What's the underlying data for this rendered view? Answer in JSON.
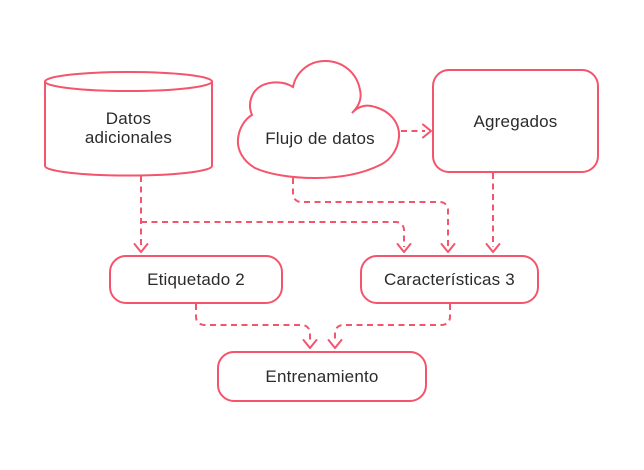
{
  "diagram": {
    "type": "flowchart",
    "background_color": "#ffffff",
    "accent_color": "#f4546c",
    "text_color": "#2b2b2b",
    "line_style": "dashed-arrows",
    "nodes": {
      "datos_adicionales": {
        "shape": "cylinder",
        "label": "Datos adicionales",
        "label_line1": "Datos",
        "label_line2": "adicionales"
      },
      "flujo_de_datos": {
        "shape": "cloud",
        "label": "Flujo de datos"
      },
      "agregados": {
        "shape": "rounded-rectangle",
        "label": "Agregados"
      },
      "etiquetado": {
        "shape": "rounded-rectangle",
        "label": "Etiquetado 2"
      },
      "caracteristicas": {
        "shape": "rounded-rectangle",
        "label": "Características 3"
      },
      "entrenamiento": {
        "shape": "rounded-rectangle",
        "label": "Entrenamiento"
      }
    },
    "edges": [
      {
        "from": "Datos adicionales",
        "to": "Etiquetado 2",
        "style": "dashed"
      },
      {
        "from": "Datos adicionales",
        "to": "Características 3",
        "style": "dashed"
      },
      {
        "from": "Flujo de datos",
        "to": "Agregados",
        "style": "dashed"
      },
      {
        "from": "Flujo de datos",
        "to": "Características 3",
        "style": "dashed"
      },
      {
        "from": "Agregados",
        "to": "Características 3",
        "style": "dashed"
      },
      {
        "from": "Etiquetado 2",
        "to": "Entrenamiento",
        "style": "dashed"
      },
      {
        "from": "Características 3",
        "to": "Entrenamiento",
        "style": "dashed"
      }
    ]
  }
}
